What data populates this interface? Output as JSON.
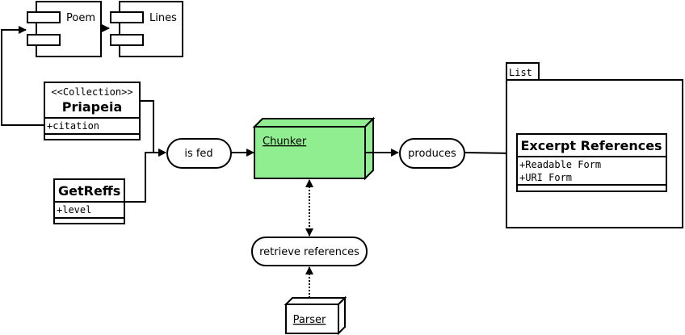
{
  "components": {
    "poem": "Poem",
    "lines": "Lines"
  },
  "collection": {
    "stereotype": "<<Collection>>",
    "name": "Priapeia",
    "attribute": "+citation"
  },
  "getreffs": {
    "name": "GetReffs",
    "attribute": "+level"
  },
  "actions": {
    "is_fed": "is fed",
    "produces": "produces",
    "retrieve": "retrieve references"
  },
  "nodes": {
    "chunker": "Chunker",
    "parser": "Parser"
  },
  "package": {
    "tab": "List",
    "class_name": "Excerpt References",
    "attributes": [
      "+Readable Form",
      "+URI Form"
    ]
  },
  "colors": {
    "chunker_fill": "#90EE90",
    "stroke": "#000000"
  }
}
